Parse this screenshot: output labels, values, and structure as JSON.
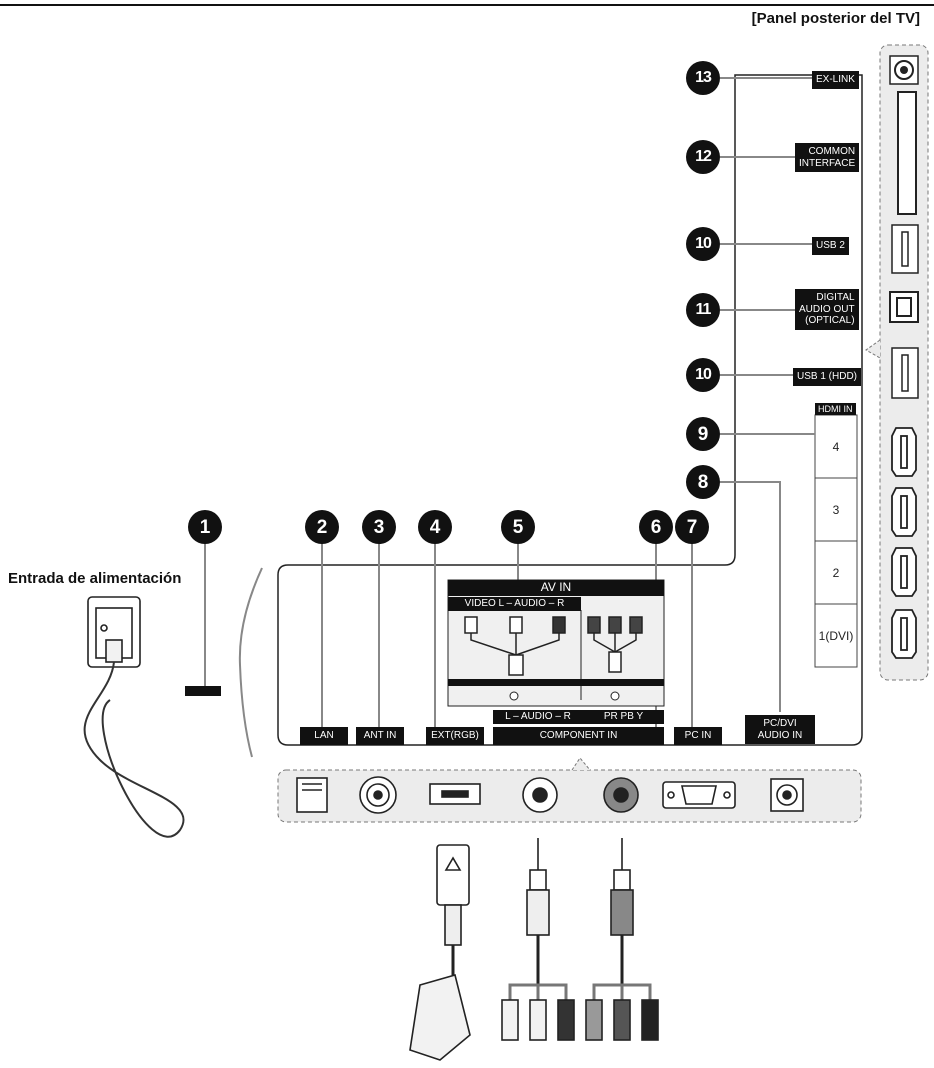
{
  "panel_caption": "[Panel posterior del TV]",
  "power_caption": "Entrada de alimentación",
  "callouts": [
    "1",
    "2",
    "3",
    "4",
    "5",
    "6",
    "7",
    "8",
    "9",
    "10",
    "10",
    "11",
    "12",
    "13"
  ],
  "side_ports": {
    "ex_link": "EX-LINK",
    "common_interface": "COMMON\nINTERFACE",
    "usb2": "USB 2",
    "digital_audio_out": "DIGITAL\nAUDIO OUT\n(OPTICAL)",
    "usb1": "USB 1 (HDD)",
    "hdmi_in": "HDMI IN",
    "hdmi_numbers": [
      "4",
      "3",
      "2",
      "1(DVI)"
    ]
  },
  "bottom_ports": {
    "lan": "LAN",
    "ant_in": "ANT IN",
    "ext_rgb": "EXT(RGB)",
    "av_in": "AV IN",
    "av_sub": "VIDEO  L – AUDIO – R",
    "audio_lr": "L – AUDIO – R",
    "component_sub": "PR PB Y",
    "component_in": "COMPONENT IN",
    "pc_in": "PC IN",
    "pc_dvi_audio_in": "PC/DVI\nAUDIO IN"
  }
}
